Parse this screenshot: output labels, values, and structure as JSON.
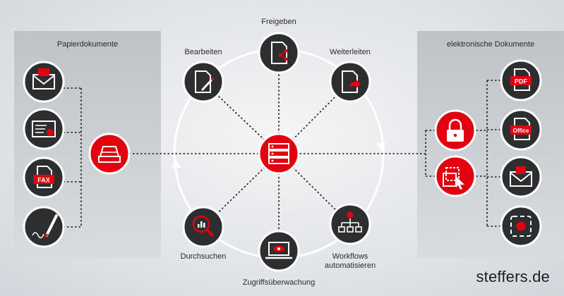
{
  "panels": {
    "left_title": "Papierdokumente",
    "right_title": "elektronische Dokumente"
  },
  "nodes": {
    "freigeben": "Freigeben",
    "bearbeiten": "Bearbeiten",
    "weiterleiten": "Weiterleiten",
    "durchsuchen": "Durchsuchen",
    "zugriff": "Zugriffsüberwachung",
    "workflows_line1": "Workflows",
    "workflows_line2": "automatisieren"
  },
  "badges": {
    "fax": "FAX",
    "pdf": "PDF",
    "office": "Office"
  },
  "brand": "steffers.de",
  "colors": {
    "dark": "#2d2e30",
    "red": "#e3000f",
    "ring": "#ffffff",
    "line": "#1a1a1a"
  }
}
